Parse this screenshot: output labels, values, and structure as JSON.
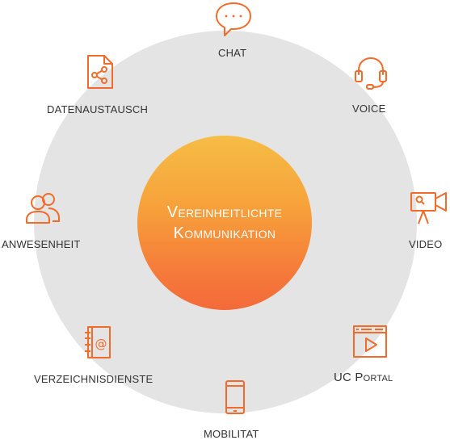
{
  "diagram": {
    "center_title_line1": "Vereinheitlichte",
    "center_title_line2": "Kommunikation",
    "accent_color": "#f26b2a",
    "ring_color": "#e4e4e4",
    "nodes": [
      {
        "id": "chat",
        "label": "CHAT",
        "icon": "chat-bubble-icon"
      },
      {
        "id": "voice",
        "label": "VOICE",
        "icon": "headset-icon"
      },
      {
        "id": "video",
        "label": "VIDEO",
        "icon": "video-camera-icon"
      },
      {
        "id": "uc-portal",
        "label": "UC Portal",
        "icon": "browser-play-icon"
      },
      {
        "id": "mobilitat",
        "label": "MOBILITAT",
        "icon": "smartphone-icon"
      },
      {
        "id": "verzeichnisdienste",
        "label": "VERZEICHNISDIENSTE",
        "icon": "address-book-icon"
      },
      {
        "id": "anwesenheit",
        "label": "ANWESENHEIT",
        "icon": "users-icon"
      },
      {
        "id": "datenaustausch",
        "label": "DATENAUSTAUSCH",
        "icon": "file-share-icon"
      }
    ]
  }
}
